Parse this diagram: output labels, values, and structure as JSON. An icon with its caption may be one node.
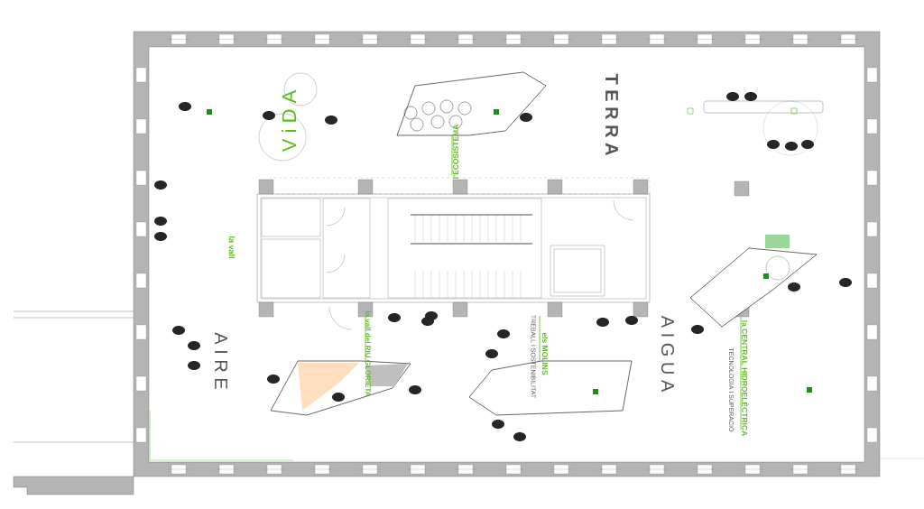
{
  "diagram": {
    "labels": [
      "V i D A",
      "T E R R A",
      "l'ECOSISTEMA",
      "la vall",
      "A I R E",
      "la vall del RIU GLORIETA",
      "TREBALL I SOSTENIBILITAT",
      "els MOLINS",
      "A I G U A",
      "la CENTRAL HIDROELÈCTRICA",
      "TECNOLOGIA I SUPERACIÓ"
    ]
  }
}
